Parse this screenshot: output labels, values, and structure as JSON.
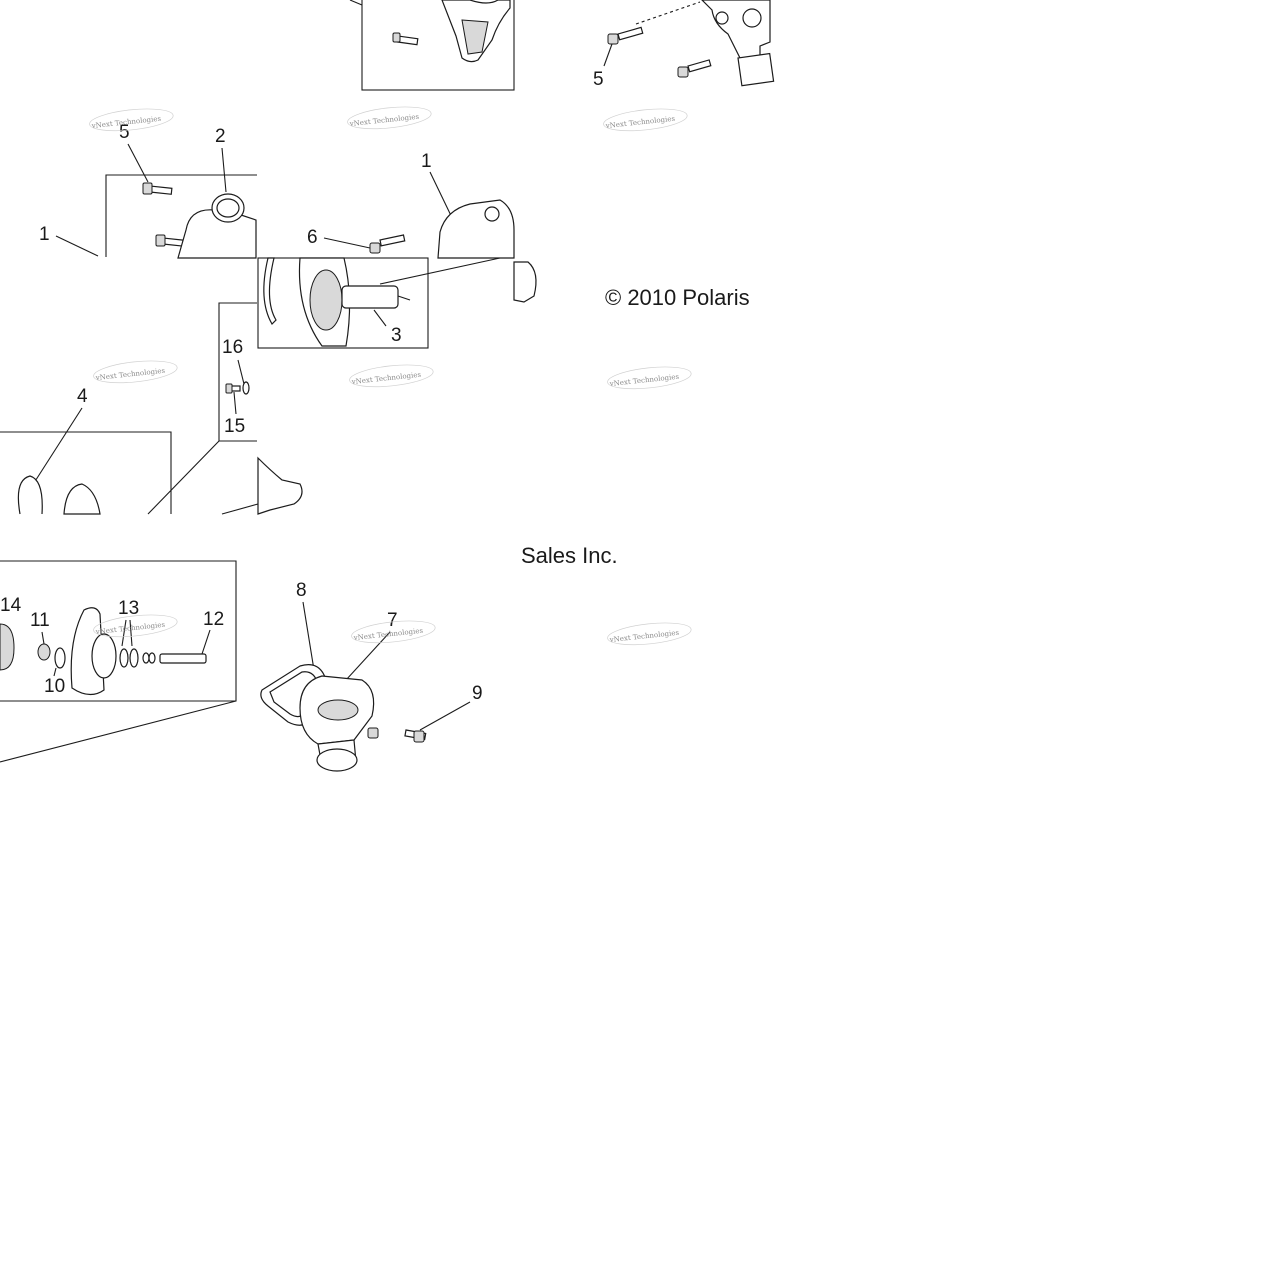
{
  "diagram": {
    "callouts": {
      "c5_top": "5",
      "c2": "2",
      "c5_left": "5",
      "c1_left": "1",
      "c1_mid": "1",
      "c6": "6",
      "c3": "3",
      "c16": "16",
      "c15": "15",
      "c4": "4",
      "c14": "14",
      "c11": "11",
      "c13": "13",
      "c12": "12",
      "c10": "10",
      "c8": "8",
      "c7": "7",
      "c9": "9"
    },
    "copyright_part1": "© 2010 Polaris",
    "copyright_part2": "Sales Inc.",
    "watermark": "vNext Technologies"
  }
}
